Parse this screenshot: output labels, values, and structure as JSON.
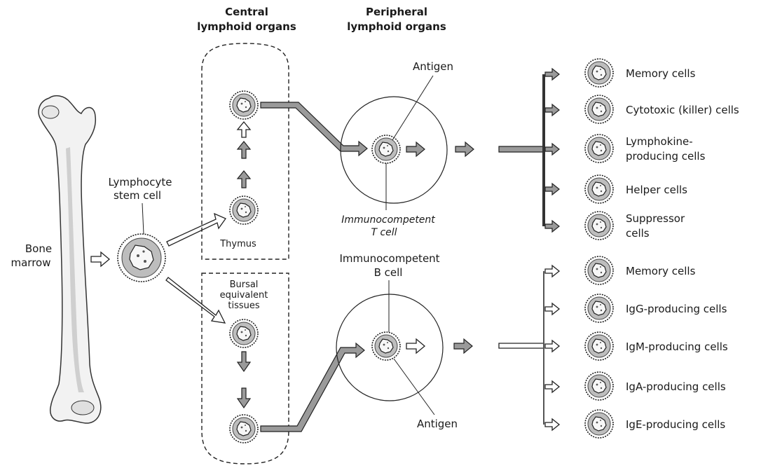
{
  "headers": {
    "central_line1": "Central",
    "central_line2": "lymphoid organs",
    "peripheral_line1": "Peripheral",
    "peripheral_line2": "lymphoid organs"
  },
  "left": {
    "bone_marrow_line1": "Bone",
    "bone_marrow_line2": "marrow",
    "stem_line1": "Lymphocyte",
    "stem_line2": "stem cell"
  },
  "central": {
    "thymus": "Thymus",
    "bursal_line1": "Bursal",
    "bursal_line2": "equivalent",
    "bursal_line3": "tissues"
  },
  "t_branch": {
    "antigen": "Antigen",
    "immuno_line1": "Immunocompetent",
    "immuno_line2": "T cell",
    "outcomes": [
      {
        "line1": "Memory cells",
        "line2": ""
      },
      {
        "line1": "Cytotoxic (killer) cells",
        "line2": ""
      },
      {
        "line1": "Lymphokine-",
        "line2": "producing cells"
      },
      {
        "line1": "Helper cells",
        "line2": ""
      },
      {
        "line1": "Suppressor",
        "line2": "cells"
      }
    ]
  },
  "b_branch": {
    "immuno_line1": "Immunocompetent",
    "immuno_line2": "B cell",
    "antigen": "Antigen",
    "outcomes": [
      {
        "line1": "Memory cells"
      },
      {
        "line1": "IgG-producing cells"
      },
      {
        "line1": "IgM-producing cells"
      },
      {
        "line1": "IgA-producing cells"
      },
      {
        "line1": "IgE-producing cells"
      }
    ]
  }
}
